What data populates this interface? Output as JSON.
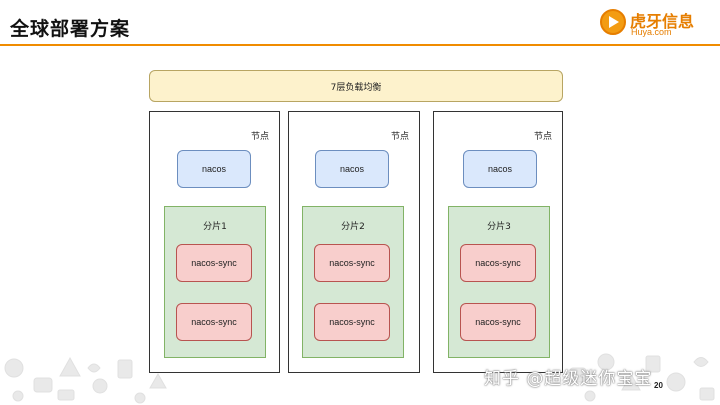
{
  "slide": {
    "title": "全球部署方案",
    "page_number": "20"
  },
  "logo": {
    "name": "虎牙信息",
    "url": "Huya.com"
  },
  "diagram": {
    "load_balancer": "7层负载均衡",
    "nodes": [
      {
        "label": "节点",
        "nacos": "nacos",
        "shard": {
          "label": "分片1",
          "syncs": [
            "nacos-sync",
            "nacos-sync"
          ]
        }
      },
      {
        "label": "节点",
        "nacos": "nacos",
        "shard": {
          "label": "分片2",
          "syncs": [
            "nacos-sync",
            "nacos-sync"
          ]
        }
      },
      {
        "label": "节点",
        "nacos": "nacos",
        "shard": {
          "label": "分片3",
          "syncs": [
            "nacos-sync",
            "nacos-sync"
          ]
        }
      }
    ]
  },
  "watermark": "知乎 @超级迷你宝宝",
  "colors": {
    "accent": "#f08c00",
    "load_balancer_fill": "#fdf2cc",
    "nacos_fill": "#dae8fc",
    "shard_fill": "#d5e8d4",
    "sync_fill": "#f8cecc"
  }
}
